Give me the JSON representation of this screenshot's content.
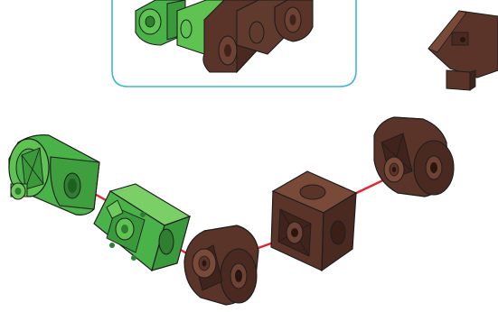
{
  "colors": {
    "brown": "#5a3428",
    "brown_dark": "#40231a",
    "brown_light": "#7a4a39",
    "green": "#49b34a",
    "green_dark": "#2f7f31",
    "green_light": "#7ad066",
    "connector_line": "#e3262e",
    "callout_border": "#3db3df",
    "outline": "#1d1d1d"
  },
  "diagram": {
    "subject": "assembly-instruction",
    "pieces": [
      {
        "name": "green-wheel-hub",
        "color": "green"
      },
      {
        "name": "green-cube-connector",
        "color": "green"
      },
      {
        "name": "brown-hinge-joint-lower",
        "color": "brown"
      },
      {
        "name": "brown-cube-center",
        "color": "brown"
      },
      {
        "name": "brown-hinge-joint-upper",
        "color": "brown"
      }
    ],
    "connections": 4,
    "has_callout_preview": true
  }
}
